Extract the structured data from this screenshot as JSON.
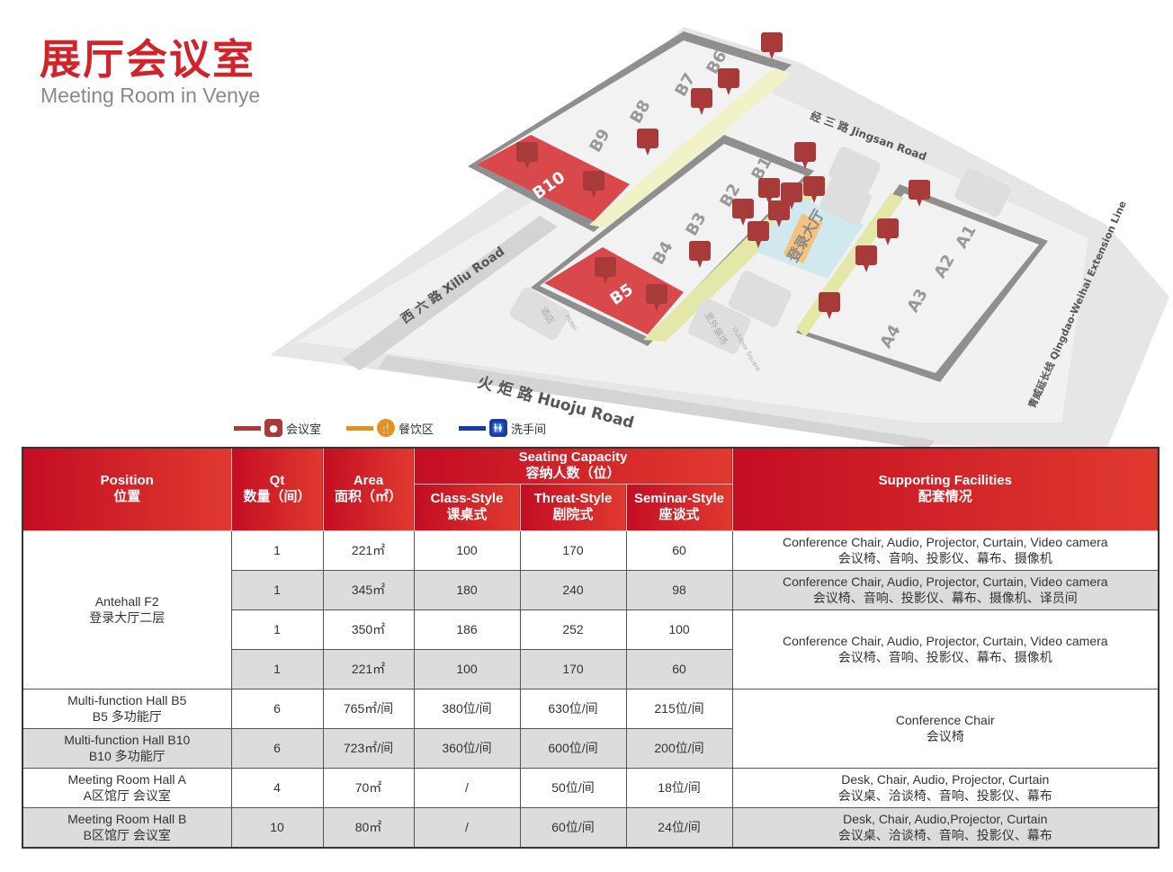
{
  "title": {
    "cn": "展厅会议室",
    "en": "Meeting Room in Venye"
  },
  "map": {
    "halls_north": [
      "B6",
      "B7",
      "B8",
      "B9",
      "B10"
    ],
    "halls_middle": [
      "B1",
      "B2",
      "B3",
      "B4",
      "B5"
    ],
    "halls_east": [
      "A1",
      "A2",
      "A3",
      "A4"
    ],
    "central_hall": "登录大厅",
    "hotel": {
      "cn": "酒店",
      "en": "Hotel"
    },
    "outdoor": {
      "cn": "室外展场",
      "en": "Outdoor Square"
    },
    "roads": {
      "jingsan": "经 三 路  Jingsan Road",
      "xiliu": "西 六 路  Xiliu Road",
      "huoju": "火 炬 路  Huoju Road",
      "qingwei": "青威延长线 Qingdao-Weihai Extension Line"
    },
    "colors": {
      "meeting": "#a83a3a",
      "dining": "#f0a030",
      "restroom": "#1a3ea0",
      "highlight": "#d9484a"
    }
  },
  "legend": [
    {
      "label": "会议室",
      "icon": "meeting-room-icon",
      "color": "#a83a3a"
    },
    {
      "label": "餐饮区",
      "icon": "dining-icon",
      "color": "#e8901c"
    },
    {
      "label": "洗手间",
      "icon": "restroom-icon",
      "color": "#1a3ea0"
    }
  ],
  "table": {
    "headers": {
      "position": {
        "en": "Position",
        "cn": "位置"
      },
      "qt": {
        "en": "Qt",
        "cn": "数量（间）"
      },
      "area": {
        "en": "Area",
        "cn": "面积（㎡）"
      },
      "seating": {
        "en": "Seating Capacity",
        "cn": "容纳人数（位）"
      },
      "class": {
        "en": "Class-Style",
        "cn": "课桌式"
      },
      "threat": {
        "en": "Threat-Style",
        "cn": "剧院式"
      },
      "seminar": {
        "en": "Seminar-Style",
        "cn": "座谈式"
      },
      "facilities": {
        "en": "Supporting Facilities",
        "cn": "配套情况"
      }
    },
    "positions": {
      "antehall": {
        "en": "Antehall F2",
        "cn": "登录大厅二层"
      },
      "b5": {
        "en": "Multi-function  Hall B5",
        "cn": "B5 多功能厅"
      },
      "b10": {
        "en": "Multi-function  Hall B10",
        "cn": "B10 多功能厅"
      },
      "ha": {
        "en": "Meeting Room Hall A",
        "cn": "A区馆厅  会议室"
      },
      "hb": {
        "en": "Meeting Room Hall B",
        "cn": "B区馆厅  会议室"
      }
    },
    "rows": [
      {
        "qt": "1",
        "area": "221㎡",
        "class": "100",
        "threat": "170",
        "seminar": "60"
      },
      {
        "qt": "1",
        "area": "345㎡",
        "class": "180",
        "threat": "240",
        "seminar": "98"
      },
      {
        "qt": "1",
        "area": "350㎡",
        "class": "186",
        "threat": "252",
        "seminar": "100"
      },
      {
        "qt": "1",
        "area": "221㎡",
        "class": "100",
        "threat": "170",
        "seminar": "60"
      },
      {
        "qt": "6",
        "area": "765㎡/间",
        "class": "380位/间",
        "threat": "630位/间",
        "seminar": "215位/间"
      },
      {
        "qt": "6",
        "area": "723㎡/间",
        "class": "360位/间",
        "threat": "600位/间",
        "seminar": "200位/间"
      },
      {
        "qt": "4",
        "area": "70㎡",
        "class": "/",
        "threat": "50位/间",
        "seminar": "18位/间"
      },
      {
        "qt": "10",
        "area": "80㎡",
        "class": "/",
        "threat": "60位/间",
        "seminar": "24位/间"
      }
    ],
    "facilities": [
      {
        "en": "Conference Chair, Audio, Projector, Curtain, Video camera",
        "cn": "会议椅、音响、投影仪、幕布、摄像机"
      },
      {
        "en": "Conference Chair, Audio, Projector, Curtain, Video camera",
        "cn": "会议椅、音响、投影仪、幕布、摄像机、译员间"
      },
      {
        "en": "Conference Chair, Audio, Projector, Curtain, Video camera",
        "cn": "会议椅、音响、投影仪、幕布、摄像机"
      },
      {
        "en": "Conference Chair",
        "cn": "会议椅"
      },
      {
        "en": "Desk, Chair, Audio, Projector, Curtain",
        "cn": "会议桌、洽谈椅、音响、投影仪、幕布"
      },
      {
        "en": "Desk, Chair, Audio,Projector, Curtain",
        "cn": "会议桌、洽谈椅、音响、投影仪、幕布"
      }
    ]
  }
}
